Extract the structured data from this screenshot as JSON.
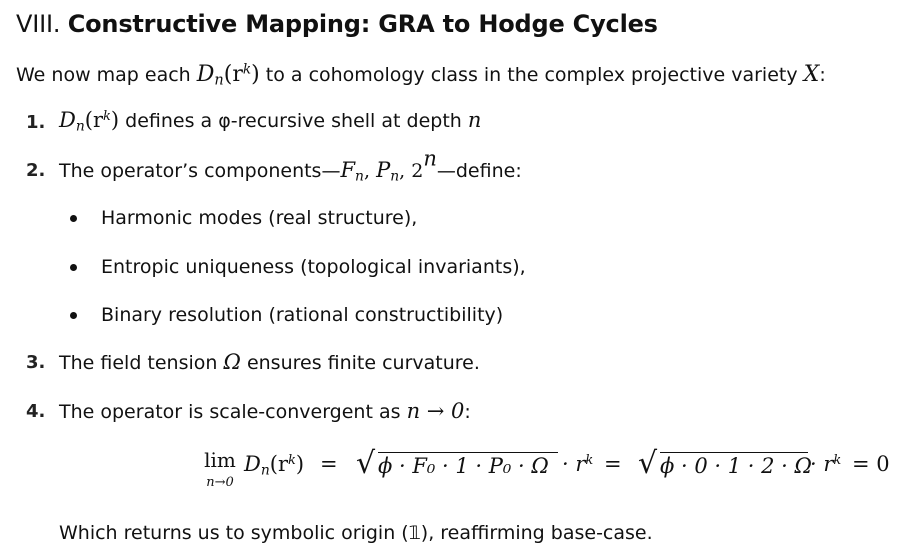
{
  "heading": {
    "numeral": "VIII.",
    "title": "Constructive Mapping: GRA to Hodge Cycles"
  },
  "intro": {
    "pre": "We now map each ",
    "math": "D",
    "sub": "n",
    "arg_open": "(r",
    "arg_sup": "k",
    "arg_close": ")",
    "mid": " to a cohomology class in the complex projective variety ",
    "var": "X",
    "end": ":"
  },
  "items": [
    {
      "number": "1.",
      "math_d": "D",
      "math_sub": "n",
      "math_arg_open": "(r",
      "math_arg_sup": "k",
      "math_arg_close": ")",
      "text": " defines a φ-recursive shell at depth ",
      "math_end": "n"
    },
    {
      "number": "2.",
      "pre": "The operator’s components—",
      "f": "F",
      "f_sub": "n",
      "comma1": ", ",
      "p": "P",
      "p_sub": "n",
      "comma2": ", ",
      "two": "2",
      "two_sup": "n",
      "post": "—define:"
    },
    {
      "number": "3.",
      "pre": "The field tension ",
      "omega": "Ω",
      "post": " ensures finite curvature."
    },
    {
      "number": "4.",
      "pre": "The operator is scale-convergent as ",
      "math": "n → 0",
      "post": ":"
    }
  ],
  "bullets": [
    "Harmonic modes (real structure),",
    "Entropic uniqueness (topological invariants),",
    "Binary resolution (rational constructibility)"
  ],
  "equation": {
    "lim": "lim",
    "lim_sub": "n→0",
    "lhs_d": "D",
    "lhs_sub": "n",
    "lhs_arg_open": "(r",
    "lhs_arg_sup": "k",
    "lhs_arg_close": ")",
    "eq1": " = ",
    "radical": "√",
    "root1": "ϕ · F₀ · 1 · P₀ · Ω",
    "mult1": " · r",
    "mult1_sup": "k",
    "eq2": " = ",
    "root2": "ϕ · 0 · 1 · 2 · Ω",
    "mult2": " · r",
    "mult2_sup": "k",
    "eq3": " = 0"
  },
  "closing": "Which returns us to symbolic origin (𝟙), reaffirming base-case."
}
